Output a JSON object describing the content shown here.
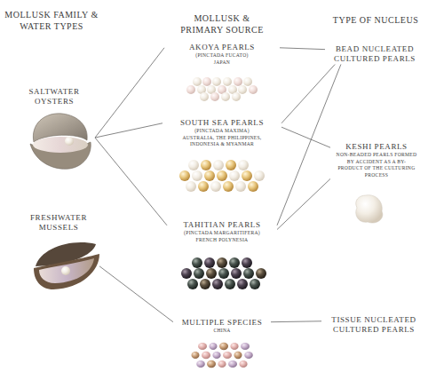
{
  "diagram": {
    "nodes": [
      {
        "text": [
          "SALTWATER OYSTERS"
        ]
      },
      {
        "text": [
          "FRESHWATER MUSSELS"
        ]
      },
      {
        "text": [
          "AKOYA PEARLS",
          "(PINCTADA FUCATO)",
          "JAPAN"
        ]
      },
      {
        "text": [
          "SOUTH SEA PEARLS",
          "(PINCTADA MAXIMA)",
          "AUSTRALIA, THE PHILIPPINES, INDONESIA & MYANMAR"
        ]
      },
      {
        "text": [
          "TAHITIAN PEARLS",
          "(PINCTADA MARGARITIFERA)",
          "FRENCH POLYNESIA"
        ]
      },
      {
        "text": [
          "MULTIPLE SPECIES",
          "CHINA"
        ]
      },
      {
        "text": [
          "BEAD NUCLEATED CULTURED PEARLS"
        ]
      },
      {
        "text": [
          "KESHI PEARLS",
          "NON-BEADED PEARLS FORMED BY ACCIDENT AS A BY-PRODUCT OF THE CULTURING PROCESS"
        ]
      },
      {
        "text": [
          "TISSUE NUCLEATED CULTURED PEARLS"
        ]
      }
    ],
    "edges": [
      {
        "from": 0,
        "to": 2,
        "arrow": "none"
      },
      {
        "from": 0,
        "to": 3,
        "arrow": "none"
      },
      {
        "from": 0,
        "to": 4,
        "arrow": "none"
      },
      {
        "from": 1,
        "to": 5,
        "arrow": "none"
      },
      {
        "from": 2,
        "to": 6,
        "arrow": "none"
      },
      {
        "from": 3,
        "to": 6,
        "arrow": "none"
      },
      {
        "from": 4,
        "to": 6,
        "arrow": "none"
      },
      {
        "from": 3,
        "to": 7,
        "arrow": "none"
      },
      {
        "from": 4,
        "to": 7,
        "arrow": "none"
      },
      {
        "from": 5,
        "to": 8,
        "arrow": "none"
      }
    ],
    "labels": [
      "MOLLUSK FAMILY & WATER TYPES",
      "MOLLUSK & PRIMARY SOURCE",
      "TYPE OF NUCLEUS"
    ]
  }
}
